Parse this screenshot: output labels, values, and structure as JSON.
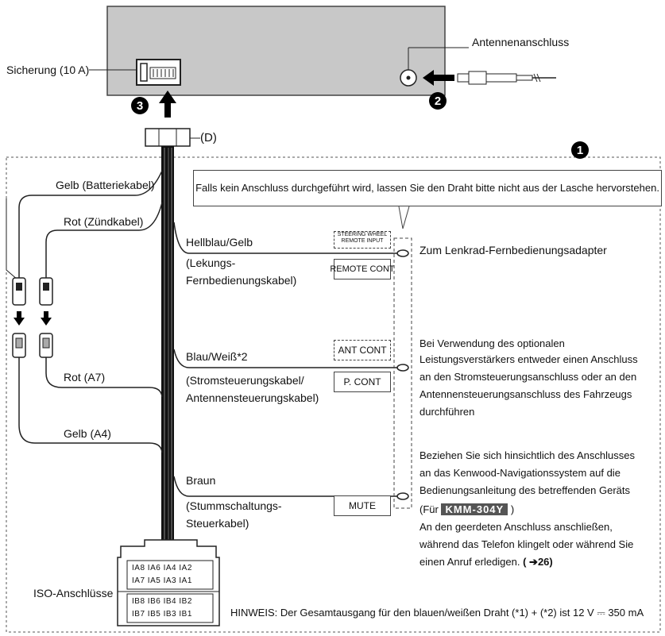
{
  "labels": {
    "fuse": "Sicherung (10 A)",
    "antenna": "Antennenanschluss",
    "connector_d": "(D)",
    "note_top": "Falls kein Anschluss durchgeführt wird, lassen Sie den Draht bitte nicht aus der Lasche hervorstehen.",
    "yellow_battery": "Gelb (Batteriekabel)",
    "red_ignition": "Rot (Zündkabel)",
    "red_a7": "Rot (A7)",
    "yellow_a4": "Gelb (A4)",
    "iso": "ISO-Anschlüsse",
    "lightblue_title": "Hellblau/Gelb",
    "lightblue_desc1": "(Lekungs-",
    "lightblue_desc2": "Fernbedienungskabel)",
    "bluewhite_title": "Blau/Weiß*2",
    "bluewhite_desc1": "(Stromsteuerungskabel/",
    "bluewhite_desc2": "Antennensteuerungskabel)",
    "brown_title": "Braun",
    "brown_desc1": "(Stummschaltungs-",
    "brown_desc2": "Steuerkabel)",
    "steering_tag1": "STEERING WHEEL",
    "steering_tag2": "REMOTE INPUT",
    "remote_cont": "REMOTE CONT",
    "ant_cont": "ANT CONT",
    "p_cont": "P. CONT",
    "mute": "MUTE",
    "steering_adapter": "Zum Lenkrad-Fernbedienungsadapter",
    "amp1": "Bei Verwendung des optionalen",
    "amp2": "Leistungsverstärkers entweder einen Anschluss",
    "amp3": "an den Stromsteuerungsanschluss oder an den",
    "amp4": "Antennensteuerungsanschluss des Fahrzeugs",
    "amp5": "durchführen",
    "nav1": "Beziehen Sie sich hinsichtlich des Anschlusses",
    "nav2": "an das Kenwood-Navigationssystem auf die",
    "nav3": "Bedienungsanleitung des betreffenden Geräts",
    "fur": "(Für",
    "kmm": "KMM-304Y",
    "fur_close": ")",
    "ground1": "An den geerdeten Anschluss anschließen,",
    "ground2": "während das Telefon klingelt oder während Sie",
    "ground3": "einen Anruf erledigen.",
    "page_ref": "( ➔26)",
    "hinweis": "HINWEIS: Der Gesamtausgang für den blauen/weißen Draht (*1) + (*2) ist 12 V ⎓ 350 mA"
  },
  "steps": [
    "1",
    "2",
    "3"
  ],
  "iso_pins": {
    "row1": "IA8 IA6 IA4 IA2",
    "row2": "IA7 IA5 IA3 IA1",
    "row3": "IB8 IB6 IB4 IB2",
    "row4": "IB7 IB5 IB3 IB1"
  }
}
